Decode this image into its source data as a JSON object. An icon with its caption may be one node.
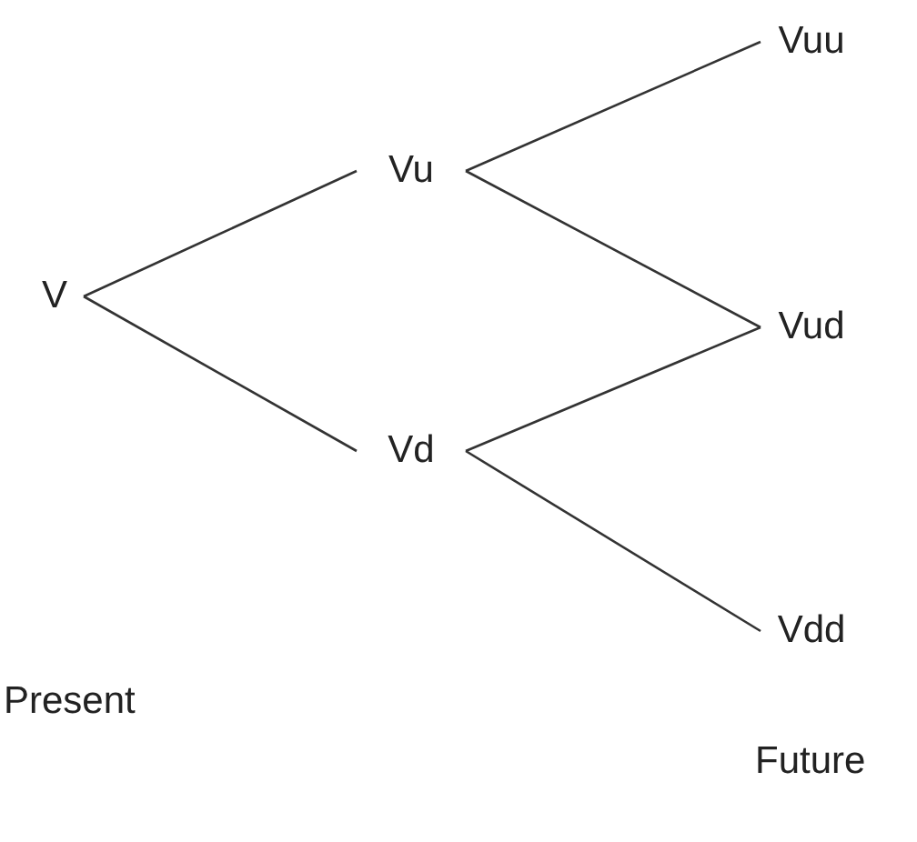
{
  "diagram": {
    "nodes": [
      {
        "text": [
          "V"
        ]
      },
      {
        "text": [
          "Vu"
        ]
      },
      {
        "text": [
          "Vd"
        ]
      },
      {
        "text": [
          "Vuu"
        ]
      },
      {
        "text": [
          "Vud"
        ]
      },
      {
        "text": [
          "Vdd"
        ]
      }
    ],
    "edges": [
      {
        "from": 0,
        "to": 1,
        "arrow": "none"
      },
      {
        "from": 0,
        "to": 2,
        "arrow": "none"
      },
      {
        "from": 1,
        "to": 3,
        "arrow": "none"
      },
      {
        "from": 1,
        "to": 4,
        "arrow": "none"
      },
      {
        "from": 2,
        "to": 4,
        "arrow": "none"
      },
      {
        "from": 2,
        "to": 5,
        "arrow": "none"
      }
    ],
    "labels": [
      "Present",
      "Future"
    ]
  }
}
